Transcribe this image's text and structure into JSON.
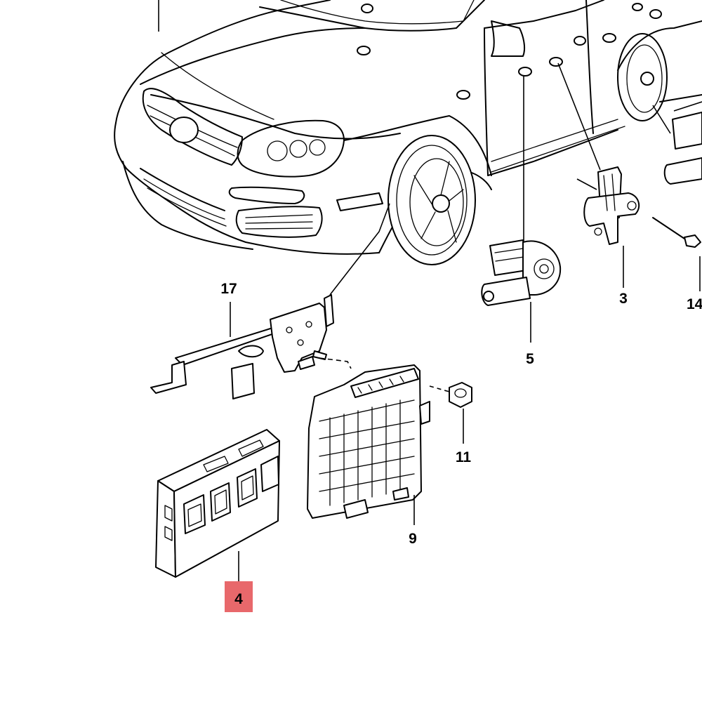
{
  "callouts": {
    "c17": "17",
    "c5": "5",
    "c3": "3",
    "c14": "14",
    "c11": "11",
    "c9": "9",
    "c4": "4"
  },
  "highlight_color": "#e8686b"
}
